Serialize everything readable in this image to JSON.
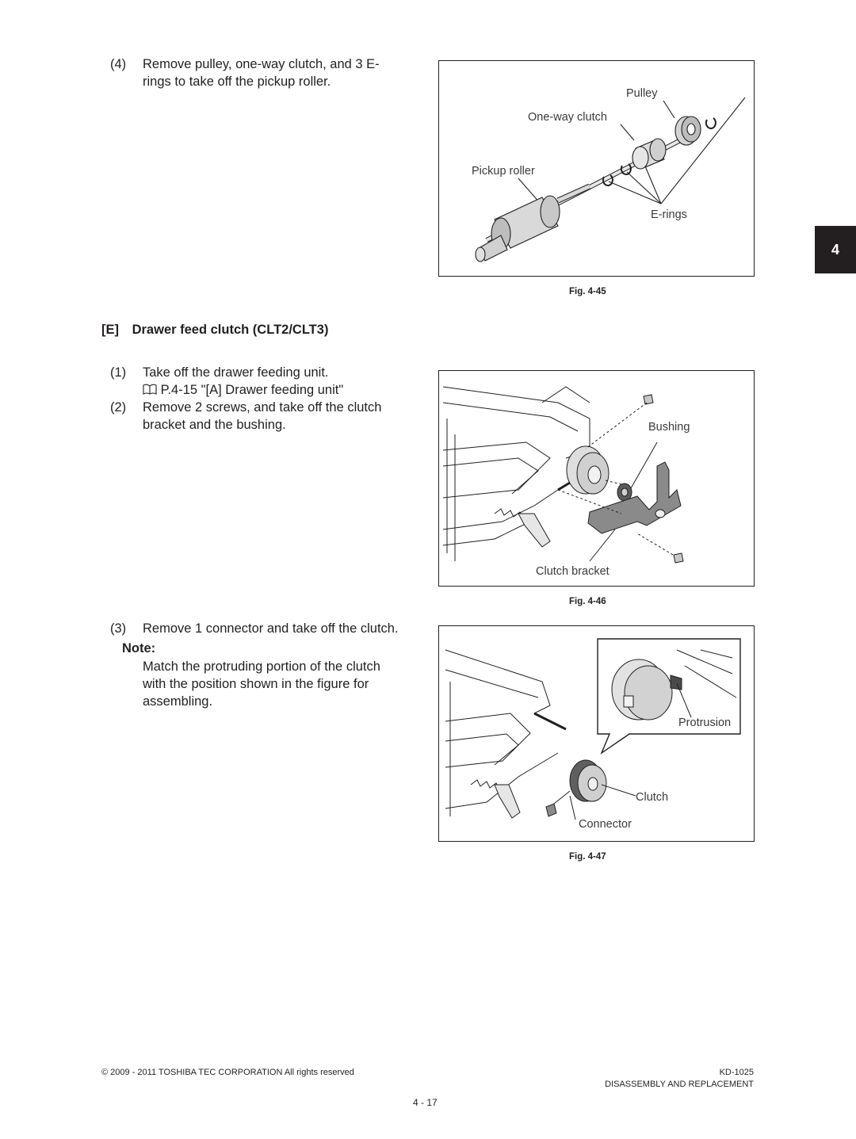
{
  "chapter_tab": "4",
  "step4": {
    "num": "(4)",
    "line1": "Remove pulley, one-way clutch, and 3 E-",
    "line2": "rings to take off the pickup roller."
  },
  "fig45": {
    "caption": "Fig. 4-45",
    "labels": {
      "pulley": "Pulley",
      "one_way_clutch": "One-way clutch",
      "pickup_roller": "Pickup roller",
      "e_rings": "E-rings"
    }
  },
  "section_e": {
    "marker": "[E]",
    "title": "Drawer feed clutch (CLT2/CLT3)"
  },
  "step1": {
    "num": "(1)",
    "text": "Take off the drawer feeding unit.",
    "ref": "P.4-15 \"[A] Drawer feeding unit\""
  },
  "step2": {
    "num": "(2)",
    "line1": "Remove 2 screws, and take off the clutch",
    "line2": "bracket and the bushing."
  },
  "fig46": {
    "caption": "Fig. 4-46",
    "labels": {
      "bushing": "Bushing",
      "clutch_bracket": "Clutch bracket"
    }
  },
  "step3": {
    "num": "(3)",
    "text": "Remove 1 connector and take off the clutch."
  },
  "note": {
    "title": "Note:",
    "line1": "Match the protruding portion of the clutch",
    "line2": "with the position shown in the figure for",
    "line3": "assembling."
  },
  "fig47": {
    "caption": "Fig. 4-47",
    "labels": {
      "protrusion": "Protrusion",
      "clutch": "Clutch",
      "connector": "Connector"
    }
  },
  "footer": {
    "copyright": "© 2009 - 2011 TOSHIBA TEC CORPORATION All rights reserved",
    "model": "KD-1025",
    "section": "DISASSEMBLY AND REPLACEMENT",
    "page": "4 - 17"
  }
}
